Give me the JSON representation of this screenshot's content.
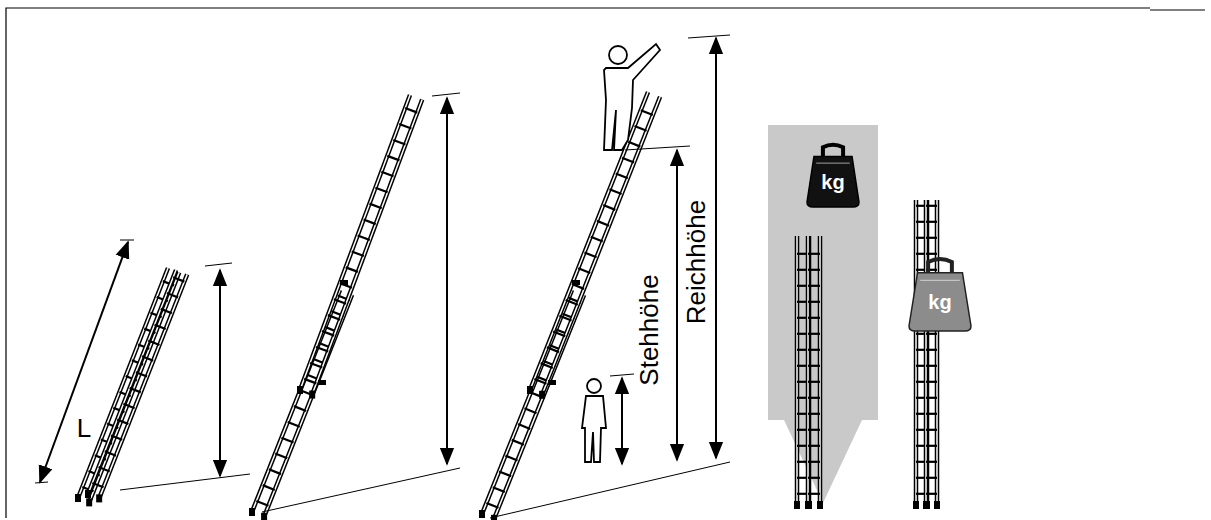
{
  "diagram": {
    "nodes": [
      {
        "text": [
          "kg"
        ]
      },
      {
        "text": [
          "kg"
        ]
      }
    ],
    "labels": [
      "L",
      "Stehhöhe",
      "Reichhöhe"
    ]
  }
}
